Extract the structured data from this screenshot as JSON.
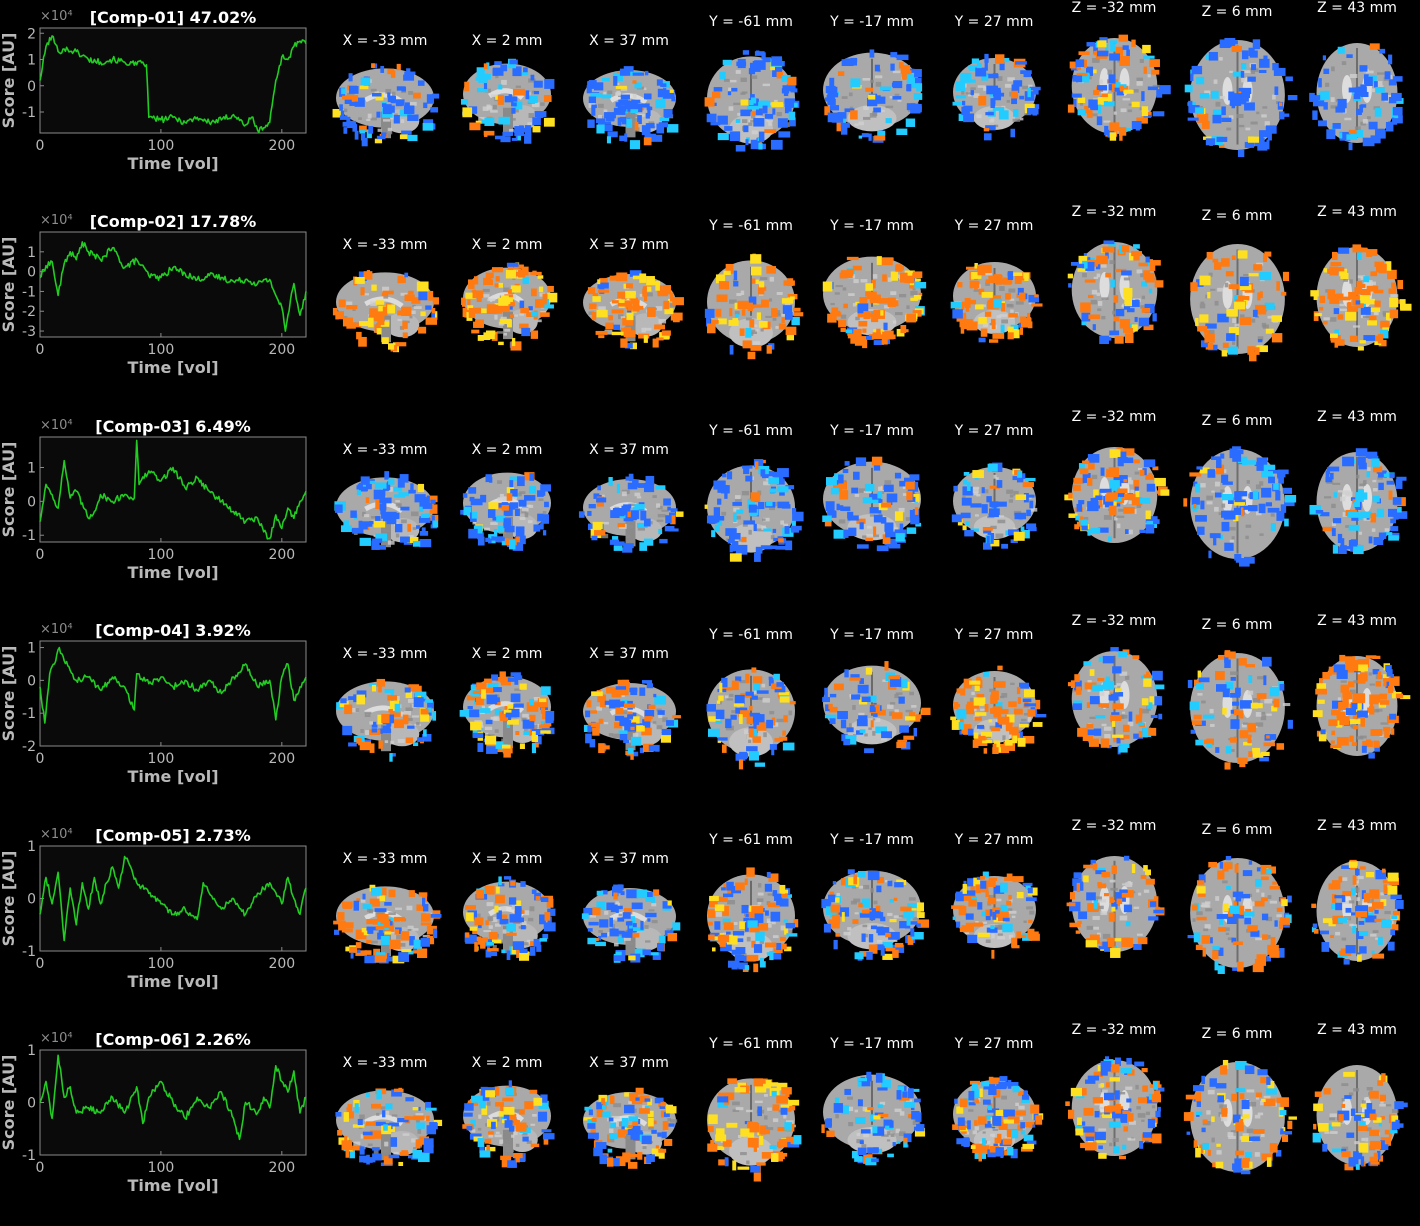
{
  "chart_data": [
    {
      "type": "line",
      "title": "[Comp-01] 47.02%",
      "xlabel": "Time [vol]",
      "ylabel": "Score [AU]",
      "y_multiplier": "×10⁴",
      "xlim": [
        0,
        220
      ],
      "ylim": [
        -1.8,
        2.2
      ],
      "xticks": [
        "0",
        "100",
        "200"
      ],
      "yticks": [
        "2",
        "1",
        "0",
        "-1"
      ],
      "series": [
        {
          "color": "#22cc22",
          "x": [
            0,
            5,
            10,
            15,
            20,
            30,
            40,
            50,
            60,
            70,
            80,
            85,
            88,
            90,
            100,
            110,
            120,
            130,
            140,
            150,
            160,
            170,
            175,
            180,
            185,
            190,
            195,
            200,
            205,
            210,
            215,
            220
          ],
          "y": [
            0.2,
            1.5,
            1.9,
            1.3,
            1.4,
            1.3,
            1.0,
            0.9,
            1.0,
            0.9,
            0.8,
            0.9,
            0.8,
            -1.2,
            -1.3,
            -1.2,
            -1.4,
            -1.2,
            -1.4,
            -1.3,
            -1.1,
            -1.5,
            -1.2,
            -1.7,
            -1.6,
            -1.4,
            0.2,
            1.1,
            1.0,
            1.5,
            1.7,
            1.6
          ]
        }
      ]
    },
    {
      "type": "line",
      "title": "[Comp-02] 17.78%",
      "xlabel": "Time [vol]",
      "ylabel": "Score [AU]",
      "y_multiplier": "×10⁴",
      "xlim": [
        0,
        220
      ],
      "ylim": [
        -3.3,
        2.0
      ],
      "xticks": [
        "0",
        "100",
        "200"
      ],
      "yticks": [
        "1",
        "0",
        "-1",
        "-2",
        "-3"
      ],
      "series": [
        {
          "color": "#22cc22",
          "x": [
            0,
            5,
            10,
            15,
            20,
            25,
            30,
            35,
            40,
            50,
            60,
            70,
            80,
            90,
            100,
            110,
            120,
            130,
            140,
            150,
            160,
            170,
            180,
            190,
            195,
            200,
            203,
            207,
            210,
            215,
            220
          ],
          "y": [
            -0.3,
            0.3,
            0.5,
            -1.2,
            0.4,
            1.0,
            0.6,
            1.5,
            1.0,
            0.6,
            1.2,
            0.2,
            0.6,
            -0.2,
            -0.3,
            0.2,
            -0.1,
            -0.4,
            -0.2,
            -0.3,
            -0.5,
            -0.4,
            -0.6,
            -0.4,
            -1.2,
            -1.8,
            -3.0,
            -1.5,
            -0.6,
            -2.2,
            -1.0
          ]
        }
      ]
    },
    {
      "type": "line",
      "title": "[Comp-03] 6.49%",
      "xlabel": "Time [vol]",
      "ylabel": "Score [AU]",
      "y_multiplier": "×10⁴",
      "xlim": [
        0,
        220
      ],
      "ylim": [
        -1.2,
        1.9
      ],
      "xticks": [
        "0",
        "100",
        "200"
      ],
      "yticks": [
        "1",
        "0",
        "-1"
      ],
      "series": [
        {
          "color": "#22cc22",
          "x": [
            0,
            5,
            10,
            15,
            20,
            25,
            30,
            40,
            45,
            50,
            60,
            70,
            78,
            80,
            82,
            90,
            100,
            110,
            120,
            130,
            140,
            150,
            160,
            170,
            180,
            185,
            190,
            195,
            200,
            205,
            210,
            215,
            220
          ],
          "y": [
            -0.6,
            0.5,
            0.2,
            -0.2,
            1.2,
            0.1,
            0.3,
            -0.5,
            -0.3,
            0.2,
            0.0,
            0.2,
            0.1,
            1.8,
            0.5,
            0.9,
            0.6,
            1.0,
            0.4,
            0.7,
            0.3,
            0.0,
            -0.3,
            -0.6,
            -0.5,
            -0.9,
            -1.1,
            -0.4,
            -0.8,
            -0.2,
            -0.5,
            0.0,
            0.3
          ]
        }
      ]
    },
    {
      "type": "line",
      "title": "[Comp-04] 3.92%",
      "xlabel": "Time [vol]",
      "ylabel": "Score [AU]",
      "y_multiplier": "×10⁴",
      "xlim": [
        0,
        220
      ],
      "ylim": [
        -2.0,
        1.2
      ],
      "xticks": [
        "0",
        "100",
        "200"
      ],
      "yticks": [
        "1",
        "0",
        "-1",
        "-2"
      ],
      "series": [
        {
          "color": "#22cc22",
          "x": [
            0,
            4,
            8,
            12,
            16,
            20,
            25,
            30,
            40,
            50,
            60,
            70,
            78,
            80,
            90,
            100,
            110,
            120,
            130,
            140,
            150,
            160,
            170,
            180,
            190,
            195,
            200,
            205,
            210,
            215,
            220
          ],
          "y": [
            -0.2,
            -1.3,
            0.2,
            0.5,
            1.0,
            0.6,
            0.3,
            0.0,
            0.1,
            -0.3,
            0.1,
            -0.2,
            -0.9,
            0.2,
            -0.1,
            0.1,
            -0.2,
            0.0,
            -0.3,
            0.0,
            -0.4,
            0.1,
            0.5,
            -0.2,
            0.0,
            -1.2,
            0.1,
            0.5,
            -0.6,
            -0.2,
            0.1
          ]
        }
      ]
    },
    {
      "type": "line",
      "title": "[Comp-05] 2.73%",
      "xlabel": "Time [vol]",
      "ylabel": "Score [AU]",
      "y_multiplier": "×10⁴",
      "xlim": [
        0,
        220
      ],
      "ylim": [
        -1.0,
        1.0
      ],
      "xticks": [
        "0",
        "100",
        "200"
      ],
      "yticks": [
        "1",
        "0",
        "-1"
      ],
      "series": [
        {
          "color": "#22cc22",
          "x": [
            0,
            5,
            10,
            15,
            20,
            25,
            30,
            35,
            40,
            45,
            50,
            55,
            60,
            65,
            70,
            75,
            80,
            90,
            100,
            110,
            120,
            130,
            135,
            140,
            150,
            160,
            170,
            180,
            190,
            200,
            205,
            210,
            215,
            220
          ],
          "y": [
            -0.3,
            0.4,
            -0.1,
            0.5,
            -0.8,
            0.2,
            -0.5,
            0.3,
            -0.2,
            0.4,
            -0.1,
            0.3,
            0.6,
            0.2,
            0.8,
            0.6,
            0.3,
            0.1,
            -0.1,
            -0.3,
            -0.2,
            -0.4,
            0.3,
            0.1,
            -0.2,
            0.0,
            -0.3,
            0.1,
            0.3,
            -0.1,
            0.4,
            0.0,
            -0.3,
            0.2
          ]
        }
      ]
    },
    {
      "type": "line",
      "title": "[Comp-06] 2.26%",
      "xlabel": "Time [vol]",
      "ylabel": "Score [AU]",
      "y_multiplier": "×10⁴",
      "xlim": [
        0,
        220
      ],
      "ylim": [
        -1.0,
        1.0
      ],
      "xticks": [
        "0",
        "100",
        "200"
      ],
      "yticks": [
        "1",
        "0",
        "-1"
      ],
      "series": [
        {
          "color": "#22cc22",
          "x": [
            0,
            5,
            10,
            15,
            20,
            25,
            30,
            40,
            50,
            60,
            70,
            80,
            85,
            90,
            100,
            110,
            120,
            130,
            140,
            150,
            160,
            165,
            170,
            180,
            185,
            190,
            195,
            200,
            205,
            210,
            215,
            220
          ],
          "y": [
            0.0,
            0.4,
            -0.3,
            0.9,
            0.1,
            0.3,
            -0.2,
            -0.1,
            -0.2,
            0.1,
            -0.2,
            0.3,
            -0.4,
            0.1,
            0.4,
            0.0,
            -0.3,
            0.1,
            -0.1,
            0.2,
            -0.3,
            -0.7,
            0.0,
            -0.2,
            0.1,
            -0.1,
            0.7,
            0.4,
            0.2,
            0.6,
            -0.2,
            0.1
          ]
        }
      ]
    }
  ],
  "slice_labels": [
    "X = -33 mm",
    "X = 2 mm",
    "X = 37 mm",
    "Y = -61 mm",
    "Y = -17 mm",
    "Y = 27 mm",
    "Z = -32 mm",
    "Z = 6 mm",
    "Z = 43 mm"
  ],
  "colors": {
    "background": "#000000",
    "axes_bg": "#0a0a0a",
    "axis_text": "#b9b9b9",
    "trace": "#22cc22",
    "positive_map": "#ff7a10",
    "positive_map_high": "#ffe020",
    "negative_map": "#2a6cff",
    "negative_map_high": "#22ccff",
    "brain_gray": "#a8a8a8"
  },
  "component_maps": [
    {
      "dominant": [
        "neg",
        "neg",
        "neg",
        "neg",
        "neg",
        "neg",
        "mix",
        "neg",
        "neg"
      ]
    },
    {
      "dominant": [
        "pos",
        "pos",
        "pos",
        "pos",
        "pos",
        "pos",
        "mix",
        "pos",
        "pos"
      ]
    },
    {
      "dominant": [
        "neg",
        "neg",
        "neg",
        "neg",
        "neg",
        "neg",
        "mix",
        "neg",
        "neg"
      ]
    },
    {
      "dominant": [
        "mix",
        "mix",
        "mix",
        "mix",
        "mix",
        "pos",
        "mix",
        "mix",
        "pos"
      ]
    },
    {
      "dominant": [
        "mix",
        "mix",
        "neg",
        "mix",
        "mix",
        "mix",
        "mix",
        "mix",
        "mix"
      ]
    },
    {
      "dominant": [
        "mix",
        "mix",
        "mix",
        "pos",
        "neg",
        "mix",
        "mix",
        "mix",
        "mix"
      ]
    }
  ]
}
